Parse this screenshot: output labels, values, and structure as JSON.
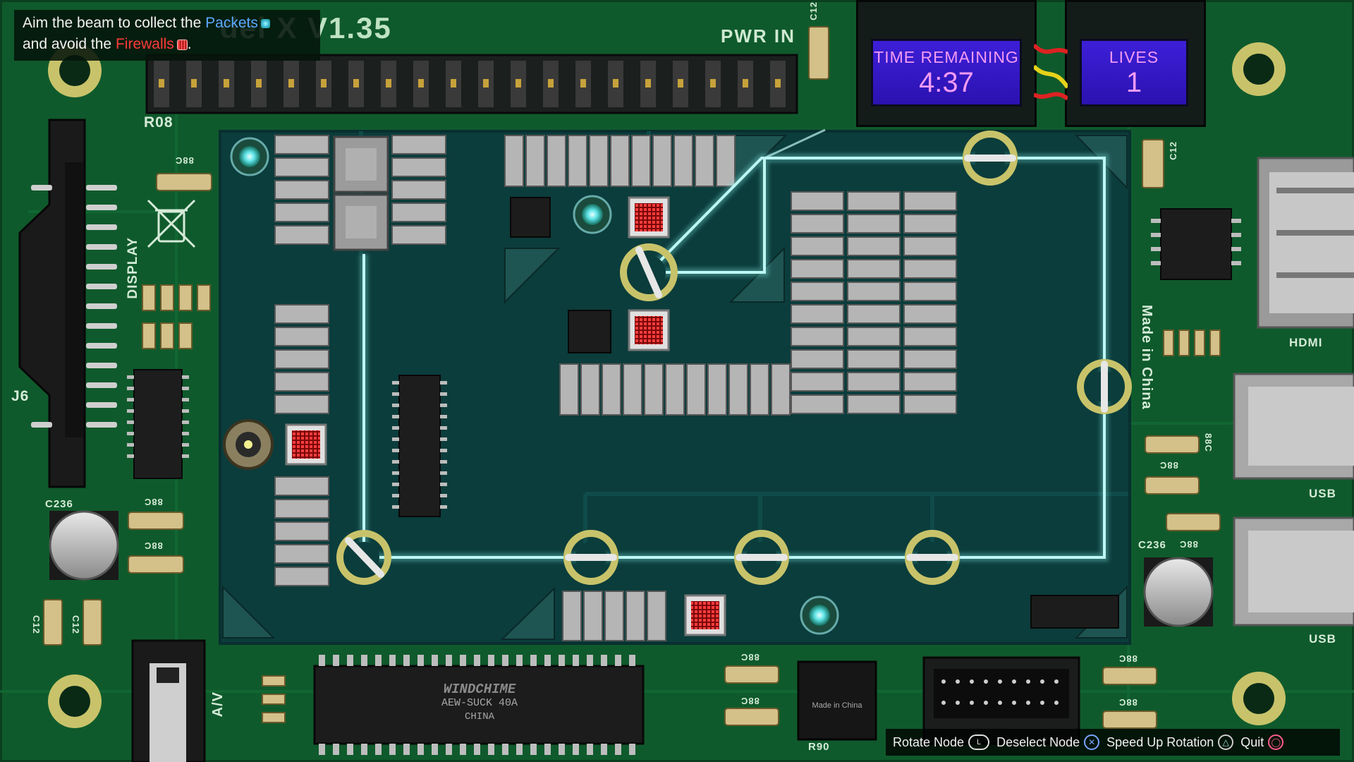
{
  "hint": {
    "line1_prefix": "Aim the beam to collect the",
    "packets_word": "Packets",
    "line2_prefix": "and avoid the",
    "firewalls_word": "Firewalls",
    "line2_suffix": "."
  },
  "board": {
    "title": "del X V1.35",
    "pwr_label": "PWR IN",
    "r08": "R08",
    "display_label": "DISPLAY",
    "j6": "J6",
    "made_in_china": "Made in China",
    "hdmi": "HDMI",
    "usb_1": "USB",
    "usb_2": "USB",
    "c236_1": "C236",
    "c236_2": "C236",
    "c12_top": "C12",
    "c12_right": "C12",
    "c12_left_1": "C12",
    "c12_left_2": "C12",
    "c88_labels": [
      "88C",
      "88C",
      "88C",
      "88C",
      "88C",
      "88C",
      "88C",
      "88C",
      "88C",
      "88C"
    ],
    "av": "A/V",
    "r90": "R90",
    "small_chip_text": "Made in China",
    "chip_brand": "WINDCHIME",
    "chip_model": "AEW-SUCK 40A",
    "chip_origin": "CHINA"
  },
  "hud": {
    "time_label": "TIME REMAINING",
    "time_value": "4:37",
    "lives_label": "LIVES",
    "lives_value": "1"
  },
  "controls": [
    {
      "label": "Rotate Node",
      "button": "L",
      "icon": "left-stick-icon"
    },
    {
      "label": "Deselect Node",
      "button": "✕",
      "icon": "cross-button-icon"
    },
    {
      "label": "Speed Up Rotation",
      "button": "△",
      "icon": "triangle-button-icon"
    },
    {
      "label": "Quit",
      "button": "◯",
      "icon": "circle-button-icon"
    }
  ],
  "colors": {
    "board_green": "#0f5a2c",
    "play_area": "#0b3d3c",
    "beam": "#7fe6e0",
    "packet": "#5ee3e6",
    "firewall": "#ff3d3d",
    "node_ring": "#c8c36a",
    "screen_bg": "#3d1fd8",
    "screen_text": "#f39bf3"
  }
}
